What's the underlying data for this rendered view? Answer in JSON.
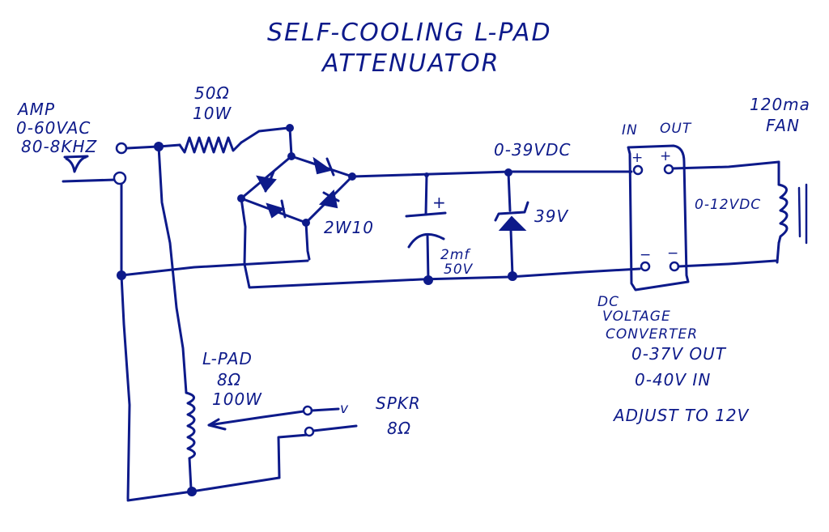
{
  "diagram": {
    "title_line1": "SELF-COOLING L-PAD",
    "title_line2": "ATTENUATOR",
    "ink_color": "#0d1a8a",
    "amp": {
      "name": "AMP",
      "spec_voltage": "0-60VAC",
      "spec_freq": "80-8KHZ",
      "signal_symbol": "√"
    },
    "series_resistor": {
      "value": "50Ω",
      "power": "10W"
    },
    "bridge_rectifier": {
      "part": "2W10"
    },
    "capacitor": {
      "polarity": "+",
      "value": "2mf",
      "voltage": "50V"
    },
    "dc_rail_label": "0-39VDC",
    "zener": {
      "value": "39V"
    },
    "converter": {
      "in_label": "IN",
      "out_label": "OUT",
      "plus": "+",
      "minus": "−",
      "name_line1": "DC",
      "name_line2": "VOLTAGE",
      "name_line3": "CONVERTER",
      "spec_out": "0-37V OUT",
      "spec_in": "0-40V IN",
      "note": "ADJUST TO 12V"
    },
    "output_voltage_label": "0-12VDC",
    "fan": {
      "current": "120ma",
      "name": "FAN"
    },
    "lpad": {
      "name": "L-PAD",
      "impedance": "8Ω",
      "power": "100W"
    },
    "speaker": {
      "name": "SPKR",
      "impedance": "8Ω",
      "signal_symbol": "v"
    }
  }
}
